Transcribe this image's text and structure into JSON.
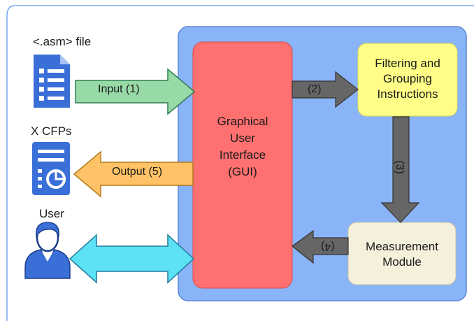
{
  "diagram": {
    "external": {
      "asm_file_label": "<.asm> file",
      "xcfps_label": "X CFPs",
      "user_label": "User"
    },
    "arrows": {
      "input": "Input (1)",
      "output": "Output (5)",
      "step2": "(2)",
      "step3": "(3)",
      "step4": "(4)"
    },
    "gui": {
      "line1": "Graphical",
      "line2": "User",
      "line3": "Interface",
      "line4": "(GUI)"
    },
    "filter": {
      "line1": "Filtering and",
      "line2": "Grouping",
      "line3": "Instructions"
    },
    "measure": {
      "line1": "Measurement",
      "line2": "Module"
    },
    "colors": {
      "panel": "#8ab4f8",
      "gui": "#ff7070",
      "filter": "#ffff88",
      "measure": "#f5f0dc",
      "input_arrow": "#98d9a8",
      "output_arrow": "#ffc266",
      "internal_arrow": "#666666",
      "user_arrow": "#5ce1f5",
      "icon_blue": "#3a6fd8"
    }
  }
}
